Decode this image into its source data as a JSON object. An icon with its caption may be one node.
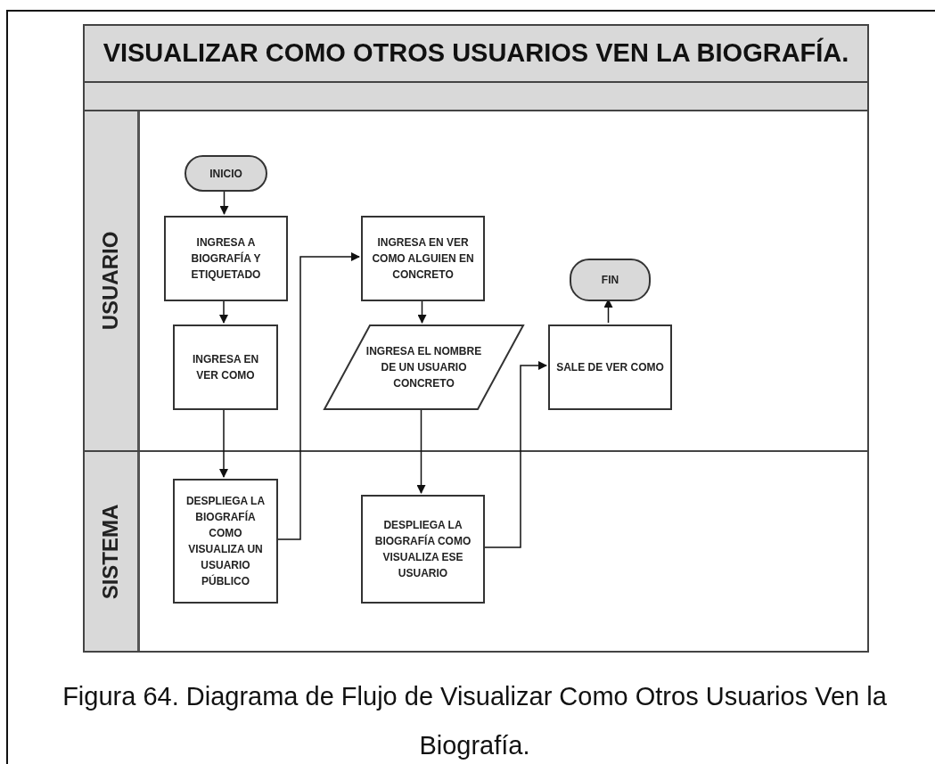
{
  "diagram": {
    "title": "VISUALIZAR COMO OTROS USUARIOS VEN LA BIOGRAFÍA.",
    "caption": "Figura 64. Diagrama de Flujo de Visualizar Como Otros Usuarios Ven la Biografía.",
    "nodes": [
      {
        "text": [
          "USUARIO"
        ]
      },
      {
        "text": [
          "SISTEMA"
        ]
      },
      {
        "text": [
          "INICIO"
        ],
        "in": 0
      },
      {
        "text": [
          "INGRESA A BIOGRAFÍA Y ETIQUETADO"
        ],
        "in": 0
      },
      {
        "text": [
          "INGRESA EN VER COMO"
        ],
        "in": 0
      },
      {
        "text": [
          "INGRESA EN VER COMO ALGUIEN EN CONCRETO"
        ],
        "in": 0
      },
      {
        "text": [
          "INGRESA EL NOMBRE DE UN USUARIO CONCRETO"
        ],
        "in": 0
      },
      {
        "text": [
          "FIN"
        ],
        "in": 0
      },
      {
        "text": [
          "SALE DE VER COMO"
        ],
        "in": 0
      },
      {
        "text": [
          "DESPLIEGA LA BIOGRAFÍA COMO VISUALIZA UN USUARIO PÚBLICO"
        ],
        "in": 1
      },
      {
        "text": [
          "DESPLIEGA LA BIOGRAFÍA COMO VISUALIZA ESE USUARIO"
        ],
        "in": 1
      }
    ],
    "edges": [
      {
        "from": 2,
        "to": 3,
        "arrow": "to"
      },
      {
        "from": 3,
        "to": 4,
        "arrow": "to"
      },
      {
        "from": 4,
        "to": 9,
        "arrow": "to"
      },
      {
        "from": 9,
        "to": 5,
        "arrow": "to"
      },
      {
        "from": 5,
        "to": 6,
        "arrow": "to"
      },
      {
        "from": 6,
        "to": 10,
        "arrow": "to"
      },
      {
        "from": 10,
        "to": 8,
        "arrow": "to"
      },
      {
        "from": 8,
        "to": 7,
        "arrow": "to"
      }
    ]
  }
}
